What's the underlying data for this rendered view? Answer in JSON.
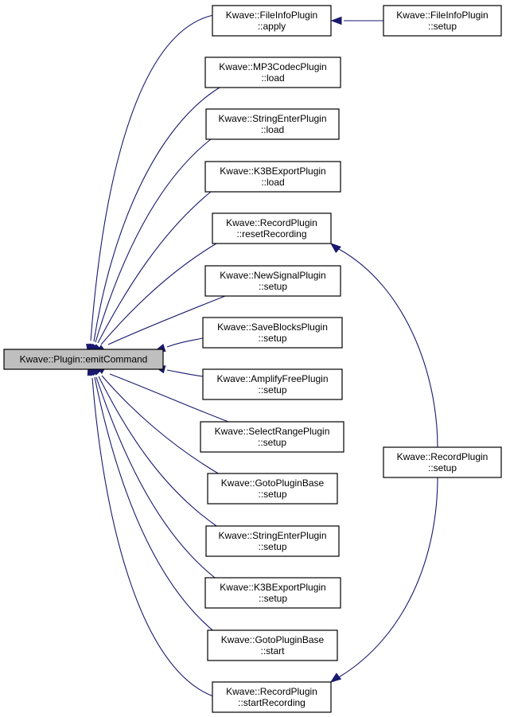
{
  "graph": {
    "nodes": [
      {
        "id": "emit",
        "lines": [
          "Kwave::Plugin::emitCommand"
        ],
        "focus": true
      },
      {
        "id": "fileinfo_apply",
        "lines": [
          "Kwave::FileInfoPlugin",
          "::apply"
        ]
      },
      {
        "id": "fileinfo_setup",
        "lines": [
          "Kwave::FileInfoPlugin",
          "::setup"
        ]
      },
      {
        "id": "mp3_load",
        "lines": [
          "Kwave::MP3CodecPlugin",
          "::load"
        ]
      },
      {
        "id": "stringenter_load",
        "lines": [
          "Kwave::StringEnterPlugin",
          "::load"
        ]
      },
      {
        "id": "k3b_load",
        "lines": [
          "Kwave::K3BExportPlugin",
          "::load"
        ]
      },
      {
        "id": "record_reset",
        "lines": [
          "Kwave::RecordPlugin",
          "::resetRecording"
        ]
      },
      {
        "id": "newsignal_setup",
        "lines": [
          "Kwave::NewSignalPlugin",
          "::setup"
        ]
      },
      {
        "id": "saveblocks_setup",
        "lines": [
          "Kwave::SaveBlocksPlugin",
          "::setup"
        ]
      },
      {
        "id": "amplifyfree_setup",
        "lines": [
          "Kwave::AmplifyFreePlugin",
          "::setup"
        ]
      },
      {
        "id": "selectrange_setup",
        "lines": [
          "Kwave::SelectRangePlugin",
          "::setup"
        ]
      },
      {
        "id": "goto_setup",
        "lines": [
          "Kwave::GotoPluginBase",
          "::setup"
        ]
      },
      {
        "id": "stringenter_setup",
        "lines": [
          "Kwave::StringEnterPlugin",
          "::setup"
        ]
      },
      {
        "id": "k3b_setup",
        "lines": [
          "Kwave::K3BExportPlugin",
          "::setup"
        ]
      },
      {
        "id": "goto_start",
        "lines": [
          "Kwave::GotoPluginBase",
          "::start"
        ]
      },
      {
        "id": "record_start",
        "lines": [
          "Kwave::RecordPlugin",
          "::startRecording"
        ]
      },
      {
        "id": "record_setup",
        "lines": [
          "Kwave::RecordPlugin",
          "::setup"
        ]
      }
    ],
    "edges": [
      {
        "from": "fileinfo_apply",
        "to": "emit"
      },
      {
        "from": "mp3_load",
        "to": "emit"
      },
      {
        "from": "stringenter_load",
        "to": "emit"
      },
      {
        "from": "k3b_load",
        "to": "emit"
      },
      {
        "from": "record_reset",
        "to": "emit"
      },
      {
        "from": "newsignal_setup",
        "to": "emit"
      },
      {
        "from": "saveblocks_setup",
        "to": "emit"
      },
      {
        "from": "amplifyfree_setup",
        "to": "emit"
      },
      {
        "from": "selectrange_setup",
        "to": "emit"
      },
      {
        "from": "goto_setup",
        "to": "emit"
      },
      {
        "from": "stringenter_setup",
        "to": "emit"
      },
      {
        "from": "k3b_setup",
        "to": "emit"
      },
      {
        "from": "goto_start",
        "to": "emit"
      },
      {
        "from": "record_start",
        "to": "emit"
      },
      {
        "from": "fileinfo_setup",
        "to": "fileinfo_apply"
      },
      {
        "from": "record_setup",
        "to": "record_reset"
      },
      {
        "from": "record_setup",
        "to": "record_start"
      }
    ],
    "colors": {
      "edge": "#191970",
      "focus_fill": "#bfbfbf",
      "node_fill": "#ffffff",
      "border": "#000000"
    }
  }
}
